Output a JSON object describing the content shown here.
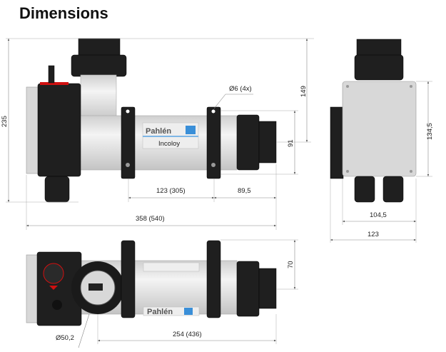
{
  "title": "Dimensions",
  "side_view": {
    "dim_total_height": "235",
    "dim_top_to_axis": "149",
    "dim_clamp_height": "91",
    "dim_hole": "Ø6 (4x)",
    "dim_clamp_spacing": "123 (305)",
    "dim_clamp_to_end": "89,5",
    "dim_total_length": "358 (540)",
    "label_brand": "Pahlén",
    "label_material": "Incoloy"
  },
  "end_view": {
    "dim_box_height": "134,5",
    "dim_box_width": "104,5",
    "dim_total_width": "123"
  },
  "top_view": {
    "dim_height": "70",
    "dim_port_diameter": "Ø50,2",
    "dim_port_to_end": "254 (436)",
    "label_brand": "Pahlén"
  },
  "colors": {
    "accent_red": "#d01010",
    "logo_blue": "#3a8fd8"
  }
}
